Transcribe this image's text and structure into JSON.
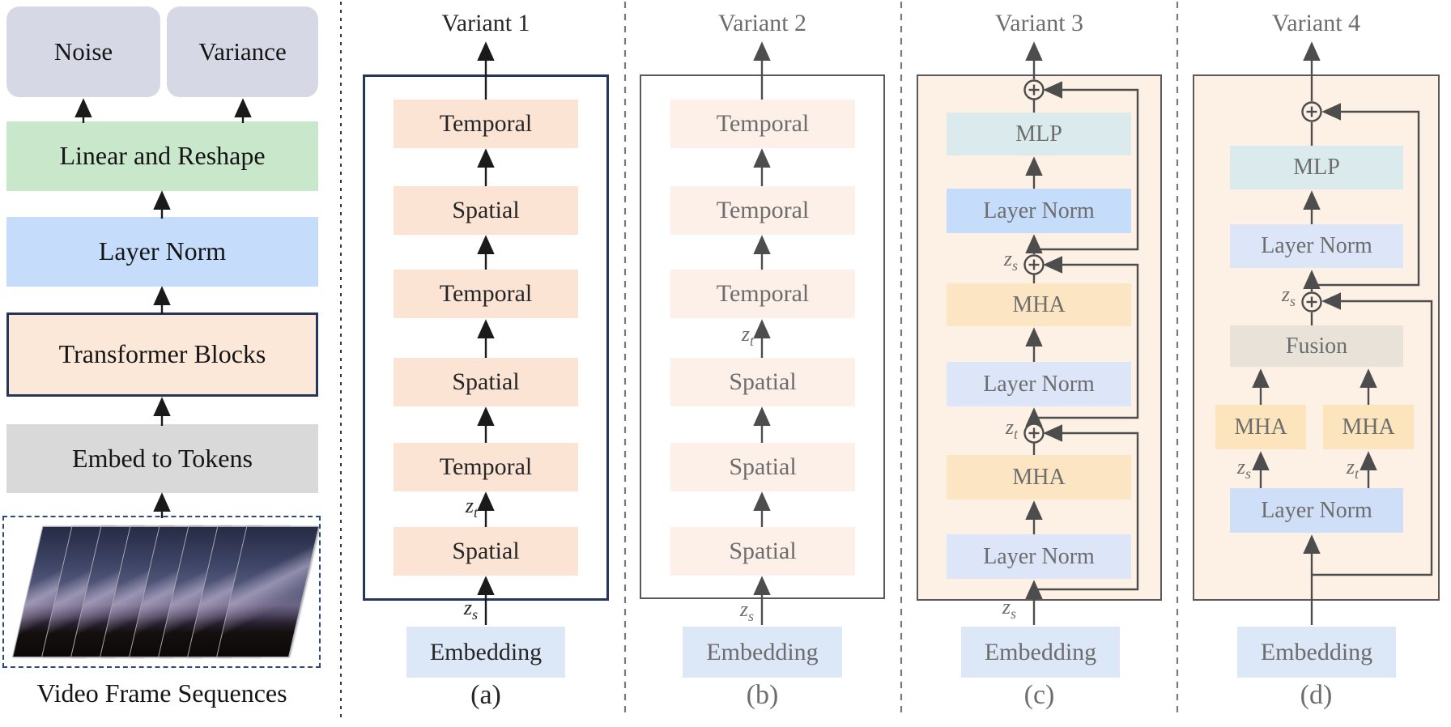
{
  "figure": {
    "left_panel": {
      "outputs": [
        {
          "label": "Noise"
        },
        {
          "label": "Variance"
        }
      ],
      "linear_reshape": "Linear and Reshape",
      "layer_norm": "Layer Norm",
      "transformer_blocks": "Transformer Blocks",
      "embed_to_tokens": "Embed to Tokens",
      "caption": "Video Frame Sequences"
    },
    "labels": {
      "zs": {
        "base": "z",
        "sub": "s"
      },
      "zt": {
        "base": "z",
        "sub": "t"
      }
    },
    "variants": [
      {
        "title": "Variant 1",
        "caption": "(a)",
        "embedding": "Embedding",
        "blocks": [
          "Temporal",
          "Spatial",
          "Temporal",
          "Spatial",
          "Temporal",
          "Spatial"
        ]
      },
      {
        "title": "Variant 2",
        "caption": "(b)",
        "embedding": "Embedding",
        "blocks": [
          "Temporal",
          "Temporal",
          "Temporal",
          "Spatial",
          "Spatial",
          "Spatial"
        ]
      },
      {
        "title": "Variant 3",
        "caption": "(c)",
        "embedding": "Embedding",
        "blocks": [
          "MLP",
          "Layer Norm",
          "MHA",
          "Layer Norm",
          "MHA",
          "Layer Norm"
        ]
      },
      {
        "title": "Variant 4",
        "caption": "(d)",
        "embedding": "Embedding",
        "blocks": {
          "mlp": "MLP",
          "layer_norm_top": "Layer Norm",
          "fusion": "Fusion",
          "mha_left": "MHA",
          "mha_right": "MHA",
          "layer_norm_bottom": "Layer Norm"
        }
      }
    ],
    "colors": {
      "output_box": "#d6d8e5",
      "linear_reshape": "#c9e7ca",
      "layer_norm_bright": "#c5dcfa",
      "layer_norm_light": "#dce6f8",
      "transformer_peach": "#fce8d8",
      "embed_gray": "#d9d9d9",
      "variant1_block": "#fbe4d4",
      "variant2_block": "#fdf0e8",
      "panel_peach_bg": "#fdf1e6",
      "mha": "#fbe5c2",
      "mlp": "#daeaed",
      "fusion": "#e8e2d8",
      "embedding": "#dce7f7",
      "navy_border": "#24365c",
      "gray_line": "#4d4d4d"
    }
  }
}
